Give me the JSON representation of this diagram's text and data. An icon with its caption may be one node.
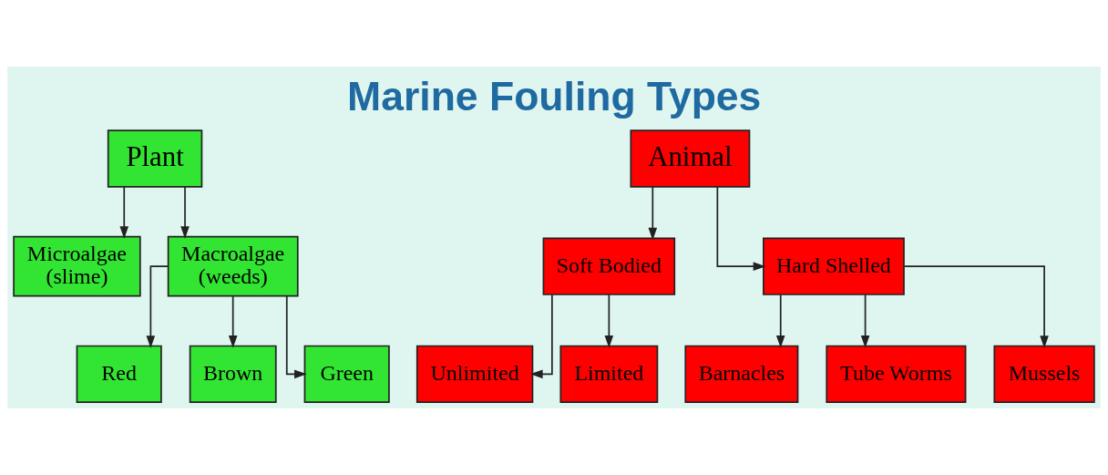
{
  "diagram": {
    "title": "Marine Fouling Types",
    "nodes": [
      {
        "text": [
          "Plant"
        ]
      },
      {
        "text": [
          "Microalgae (slime)"
        ]
      },
      {
        "text": [
          "Macroalgae (weeds)"
        ]
      },
      {
        "text": [
          "Red"
        ]
      },
      {
        "text": [
          "Brown"
        ]
      },
      {
        "text": [
          "Green"
        ]
      },
      {
        "text": [
          "Animal"
        ]
      },
      {
        "text": [
          "Soft Bodied"
        ]
      },
      {
        "text": [
          "Hard Shelled"
        ]
      },
      {
        "text": [
          "Unlimited"
        ]
      },
      {
        "text": [
          "Limited"
        ]
      },
      {
        "text": [
          "Barnacles"
        ]
      },
      {
        "text": [
          "Tube Worms"
        ]
      },
      {
        "text": [
          "Mussels"
        ]
      }
    ],
    "edges": [
      {
        "from": 0,
        "to": 1,
        "arrow": "to"
      },
      {
        "from": 0,
        "to": 2,
        "arrow": "to"
      },
      {
        "from": 2,
        "to": 3,
        "arrow": "to"
      },
      {
        "from": 2,
        "to": 4,
        "arrow": "to"
      },
      {
        "from": 2,
        "to": 5,
        "arrow": "to"
      },
      {
        "from": 6,
        "to": 7,
        "arrow": "to"
      },
      {
        "from": 6,
        "to": 8,
        "arrow": "to"
      },
      {
        "from": 7,
        "to": 9,
        "arrow": "to"
      },
      {
        "from": 7,
        "to": 10,
        "arrow": "to"
      },
      {
        "from": 8,
        "to": 11,
        "arrow": "to"
      },
      {
        "from": 8,
        "to": 12,
        "arrow": "to"
      },
      {
        "from": 8,
        "to": 13,
        "arrow": "to"
      }
    ]
  }
}
